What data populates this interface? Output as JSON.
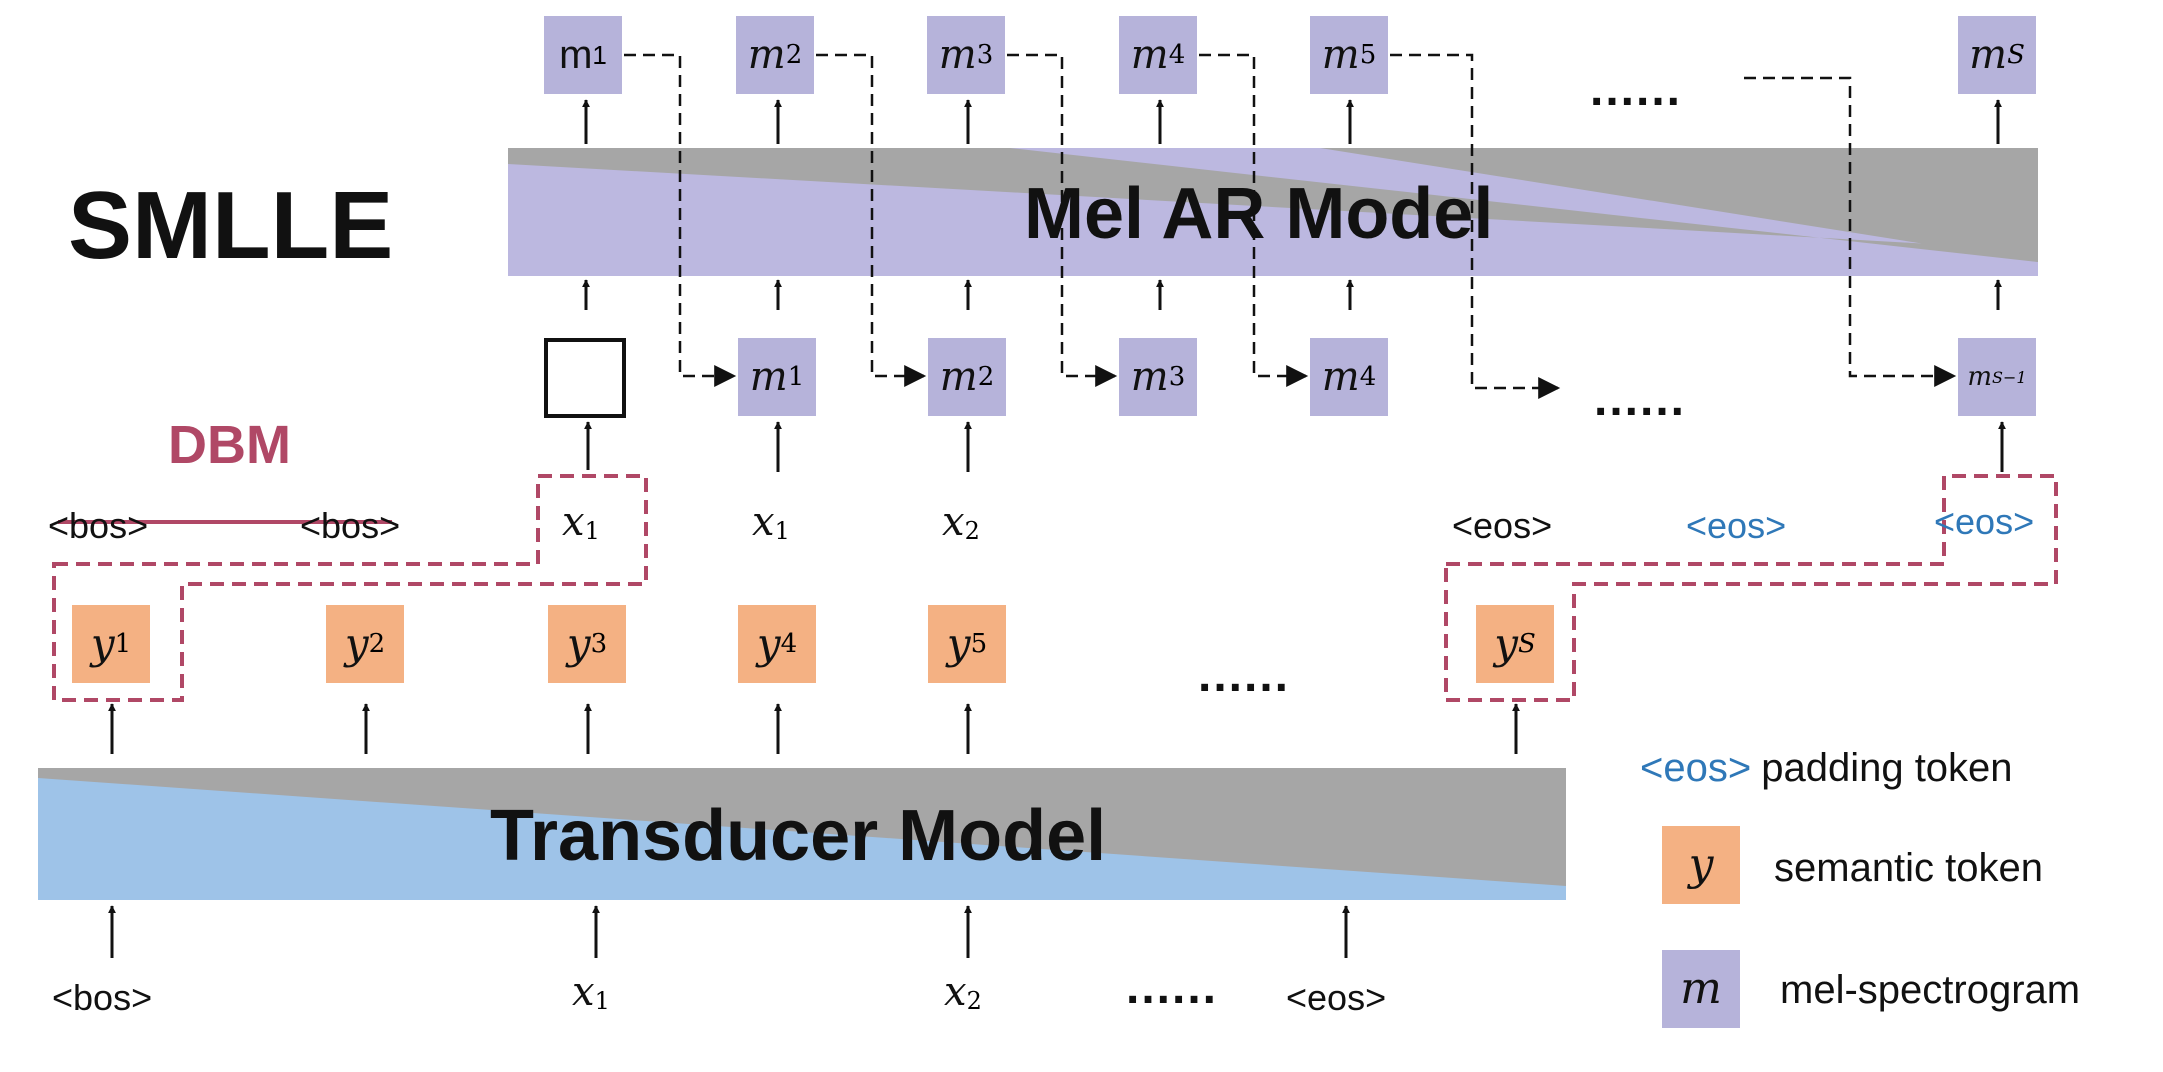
{
  "colors": {
    "mel_box": "#b6b3da",
    "semantic_box": "#f4b183",
    "dbm_border": "#b04866",
    "padding_text": "#2f78b8",
    "mel_model_fill": "#bcb8e0",
    "transducer_fill": "#9ec3e8",
    "model_gray": "#a6a6a6"
  },
  "title": "SMLLE",
  "mel_ar_model": {
    "label": "Mel AR Model"
  },
  "transducer_model": {
    "label": "Transducer Model"
  },
  "dbm_label": "DBM",
  "mel_outputs": [
    "m",
    "m",
    "m",
    "m",
    "m",
    "m"
  ],
  "mel_output_subs": [
    "1",
    "2",
    "3",
    "4",
    "5",
    "S"
  ],
  "mel_output_dots": "......",
  "mel_inputs": [
    "m",
    "m",
    "m",
    "m",
    "m"
  ],
  "mel_input_subs": [
    "1",
    "2",
    "3",
    "4",
    "S−1"
  ],
  "mel_input_dots": "......",
  "mid_tokens": [
    "<bos>",
    "<bos>",
    "x",
    "x",
    "x",
    "<eos>",
    "<eos>",
    "<eos>"
  ],
  "mid_token_subs": [
    "",
    "",
    "1",
    "1",
    "2",
    "",
    "",
    ""
  ],
  "semantic_tokens": [
    "y",
    "y",
    "y",
    "y",
    "y",
    "y"
  ],
  "semantic_token_subs": [
    "1",
    "2",
    "3",
    "4",
    "5",
    "S"
  ],
  "semantic_dots": "......",
  "bottom_inputs": [
    "<bos>",
    "x",
    "x",
    "......",
    "<eos>"
  ],
  "bottom_input_subs": [
    "",
    "1",
    "2",
    "",
    ""
  ],
  "legend": {
    "padding": {
      "sample": "<eos>",
      "label": "padding token"
    },
    "semantic": {
      "symbol": "y",
      "label": "semantic token"
    },
    "mel": {
      "symbol": "m",
      "label": "mel-spectrogram"
    }
  }
}
